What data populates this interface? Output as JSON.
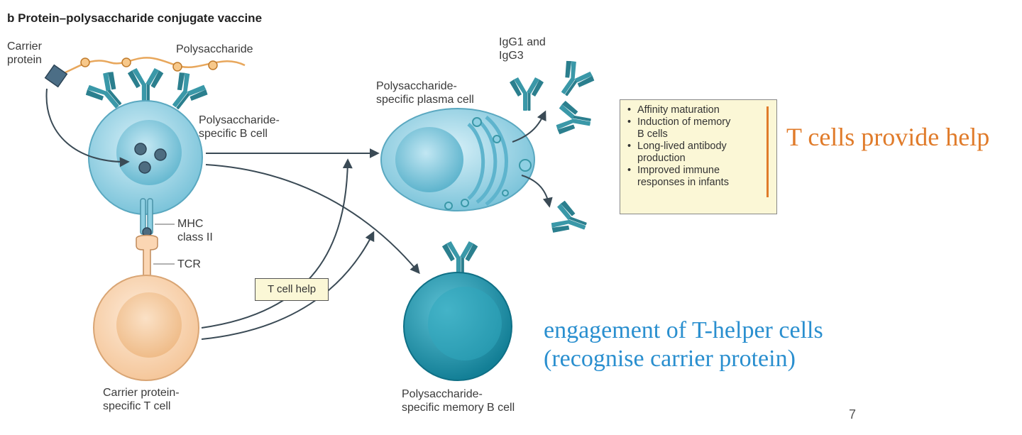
{
  "figure": {
    "title": "b  Protein–polysaccharide conjugate vaccine",
    "labels": {
      "carrier_protein": [
        "Carrier",
        "protein"
      ],
      "polysaccharide": "Polysaccharide",
      "b_cell": [
        "Polysaccharide-",
        "specific B cell"
      ],
      "mhc": [
        "MHC",
        "class II"
      ],
      "tcr": "TCR",
      "t_cell": [
        "Carrier protein-",
        "specific T cell"
      ],
      "t_cell_help": "T cell help",
      "plasma_cell": [
        "Polysaccharide-",
        "specific plasma cell"
      ],
      "igg": [
        "IgG1 and",
        "IgG3"
      ],
      "memory_cell": [
        "Polysaccharide-",
        "specific memory B cell"
      ]
    },
    "benefits": [
      "Affinity maturation",
      "Induction of memory",
      "B cells",
      "Long-lived antibody",
      "production",
      "Improved immune",
      "responses in infants"
    ]
  },
  "annotations": {
    "t_cells_provide_help": "T cells provide help",
    "engagement": [
      "engagement of T-helper cells",
      "(recognise carrier protein)"
    ]
  },
  "page_number": "7",
  "colors": {
    "b_cell": "#8fd0e3",
    "plasma_cell": "#8fd0e3",
    "memory_cell": "#1fa0b8",
    "t_cell": "#fbd6b3",
    "antibody": "#3a98a8",
    "orange_accent": "#e07b2a",
    "blue_accent": "#2a8fcf",
    "box_fill": "#fbf7d6"
  }
}
